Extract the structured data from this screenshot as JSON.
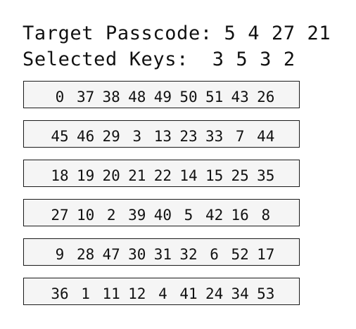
{
  "header": {
    "target_label": "Target Passcode:",
    "target_value": "5 4 27 21",
    "selected_label": "Selected Keys:",
    "selected_value": "3 5 3 2"
  },
  "keypad": {
    "rows": [
      [
        "0",
        "37",
        "38",
        "48",
        "49",
        "50",
        "51",
        "43",
        "26"
      ],
      [
        "45",
        "46",
        "29",
        "3",
        "13",
        "23",
        "33",
        "7",
        "44"
      ],
      [
        "18",
        "19",
        "20",
        "21",
        "22",
        "14",
        "15",
        "25",
        "35"
      ],
      [
        "27",
        "10",
        "2",
        "39",
        "40",
        "5",
        "42",
        "16",
        "8"
      ],
      [
        "9",
        "28",
        "47",
        "30",
        "31",
        "32",
        "6",
        "52",
        "17"
      ],
      [
        "36",
        "1",
        "11",
        "12",
        "4",
        "41",
        "24",
        "34",
        "53"
      ]
    ]
  }
}
